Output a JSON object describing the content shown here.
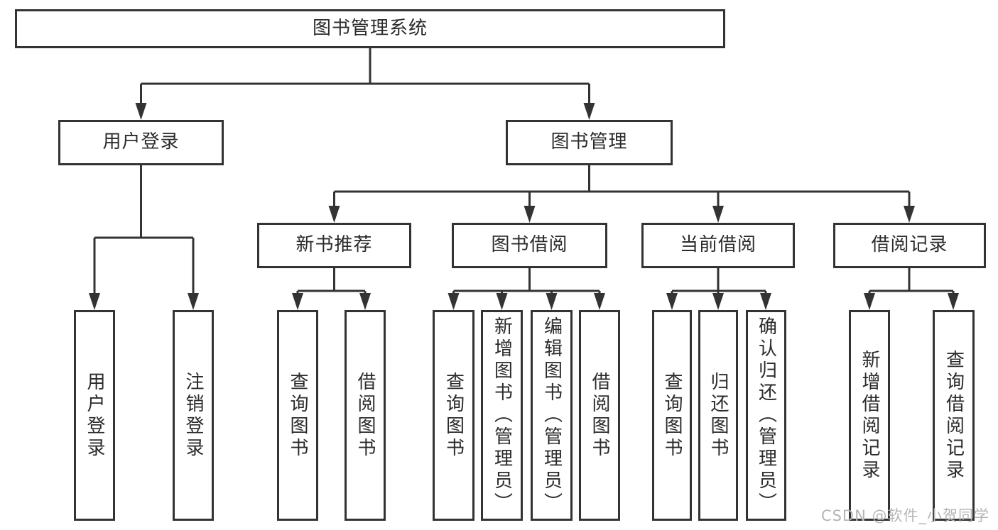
{
  "diagram_type": "hierarchy-tree",
  "colors": {
    "background": "#ffffff",
    "box_border": "#333333",
    "connector_line": "#333333",
    "text": "#2b2b2b",
    "watermark": "#b5b5b5"
  },
  "tree": {
    "label": "图书管理系统",
    "children": [
      {
        "label": "用户登录",
        "children": [
          {
            "label": "用户登录"
          },
          {
            "label": "注销登录"
          }
        ]
      },
      {
        "label": "图书管理",
        "children": [
          {
            "label": "新书推荐",
            "children": [
              {
                "label": "查询图书"
              },
              {
                "label": "借阅图书"
              }
            ]
          },
          {
            "label": "图书借阅",
            "children": [
              {
                "label": "查询图书"
              },
              {
                "label": "新增图书（管理员）"
              },
              {
                "label": "编辑图书（管理员）"
              },
              {
                "label": "借阅图书"
              }
            ]
          },
          {
            "label": "当前借阅",
            "children": [
              {
                "label": "查询图书"
              },
              {
                "label": "归还图书"
              },
              {
                "label": "确认归还（管理员）"
              }
            ]
          },
          {
            "label": "借阅记录",
            "children": [
              {
                "label": "新增借阅记录"
              },
              {
                "label": "查询借阅记录"
              }
            ]
          }
        ]
      }
    ]
  },
  "watermark": {
    "text": "CSDN @软件_小贺同学"
  }
}
